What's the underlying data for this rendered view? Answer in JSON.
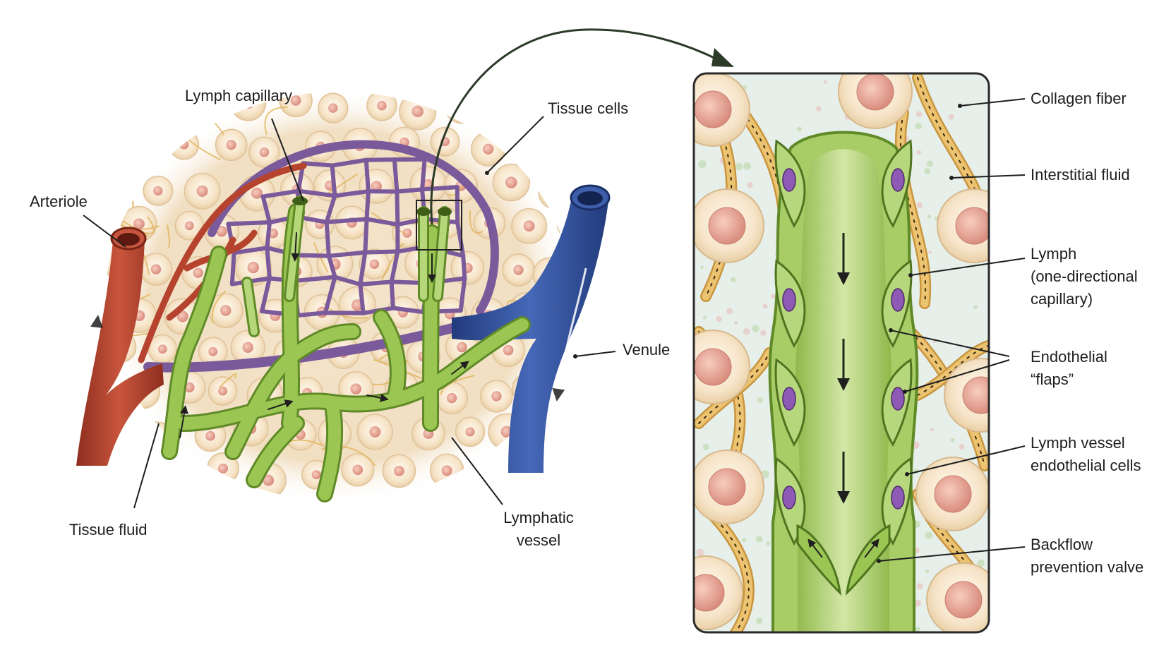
{
  "overview": {
    "labels": {
      "arteriole": "Arteriole",
      "lymph_capillary": "Lymph capillary",
      "tissue_cells": "Tissue cells",
      "venule": "Venule",
      "tissue_fluid": "Tissue fluid",
      "lymphatic_vessel_1": "Lymphatic",
      "lymphatic_vessel_2": "vessel"
    }
  },
  "detail": {
    "labels": {
      "collagen_fiber": "Collagen fiber",
      "interstitial_fluid": "Interstitial fluid",
      "lymph_1": "Lymph",
      "lymph_2": "(one-directional",
      "lymph_3": "capillary)",
      "endothelial_1": "Endothelial",
      "endothelial_2": "“flaps”",
      "endothelial_cells_1": "Lymph vessel",
      "endothelial_cells_2": "endothelial cells",
      "valve_1": "Backflow",
      "valve_2": "prevention valve"
    }
  },
  "colors": {
    "artery": "#b5432e",
    "vein": "#2f4f9e",
    "lymph": "#8db63e",
    "capillary_net": "#7a5a9a",
    "tissue_cell": "#f7e6cc",
    "nucleus": "#e9a89a",
    "collagen": "#e2b45a",
    "panel_bg": "#e6efe9",
    "endothelial_nucleus": "#8e5ab5"
  }
}
